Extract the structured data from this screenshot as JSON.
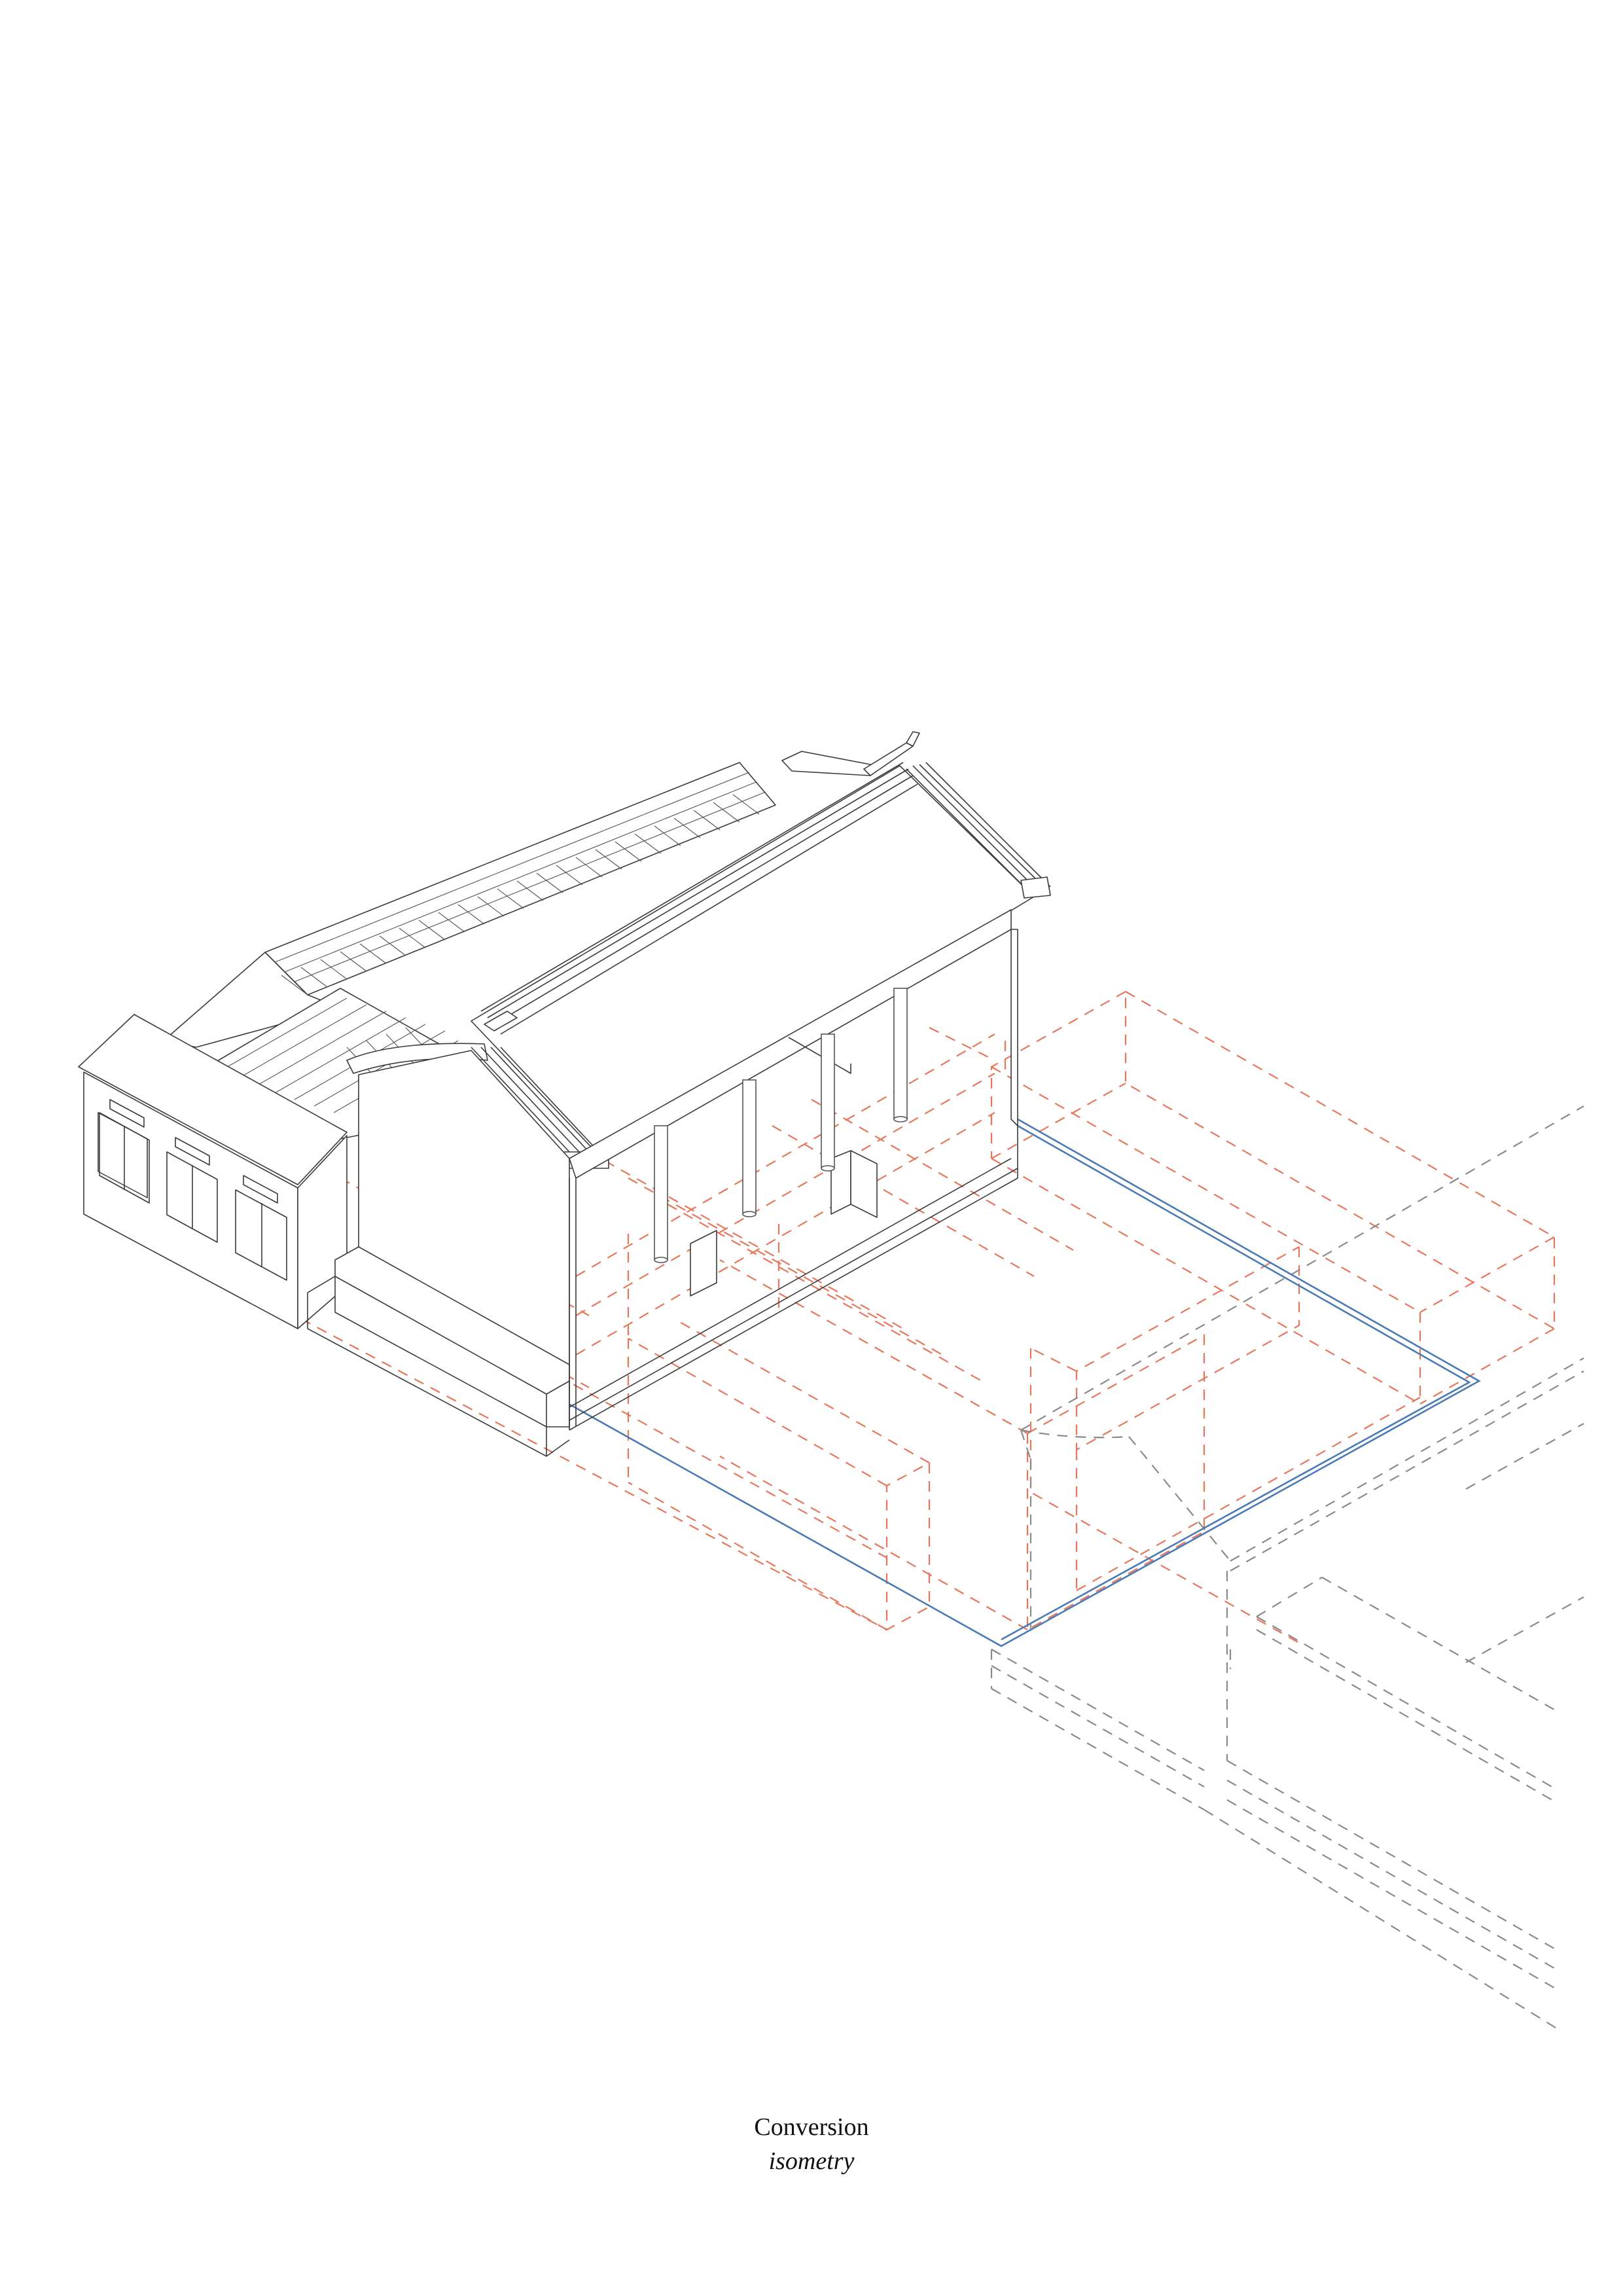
{
  "caption": {
    "title": "Conversion",
    "subtitle": "isometry"
  },
  "legend_colors": {
    "building_outline": "#3a3a3a",
    "proposed_volumes_dashed": "#e8765a",
    "site_boundary_solid": "#4a7ab5",
    "context_dashed": "#8a8a8a"
  },
  "drawing": {
    "type": "architectural isometric",
    "elements": [
      "existing courtyard house with tiled gable roof",
      "side annex with three windows",
      "main hall with upturned roof ridge ornaments",
      "colonnade with four round columns",
      "proposed volumes (red dashed)",
      "site boundary (blue double line)",
      "neighbouring context (grey dashed)"
    ]
  }
}
